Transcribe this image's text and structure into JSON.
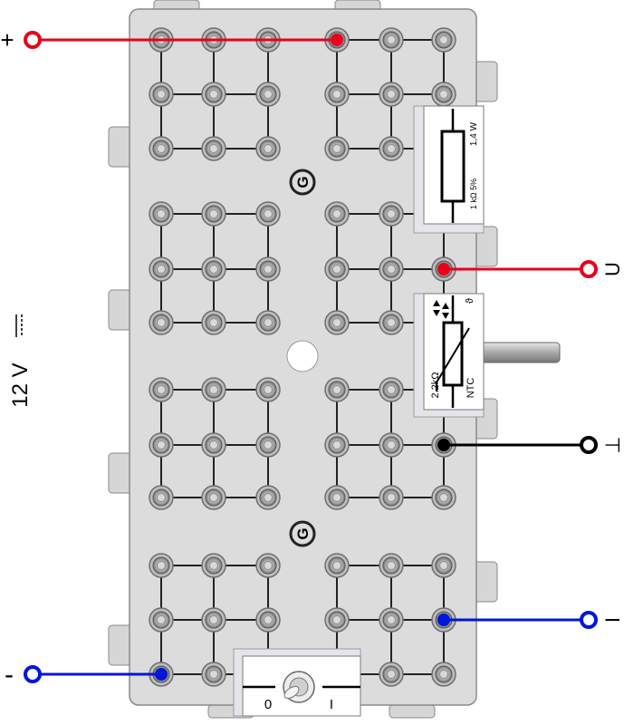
{
  "terminals": {
    "plus": "+",
    "minus": "-",
    "voltage": "U",
    "ground": "⊥",
    "current": "I"
  },
  "supply": {
    "voltage_label": "12 V",
    "dc_symbol": "⎓"
  },
  "board": {
    "logo": "G"
  },
  "resistor": {
    "power": "1,4 W",
    "value": "1 kΩ  5%"
  },
  "ntc": {
    "value": "2.2kΩ",
    "type": "NTC",
    "theta": "ϑ"
  },
  "switch": {
    "off_label": "0",
    "on_label": "I"
  },
  "colors": {
    "positive_wire": "#e8001c",
    "ground_wire": "#000000",
    "current_wire": "#0016d9",
    "board": "#dcdcdc"
  }
}
